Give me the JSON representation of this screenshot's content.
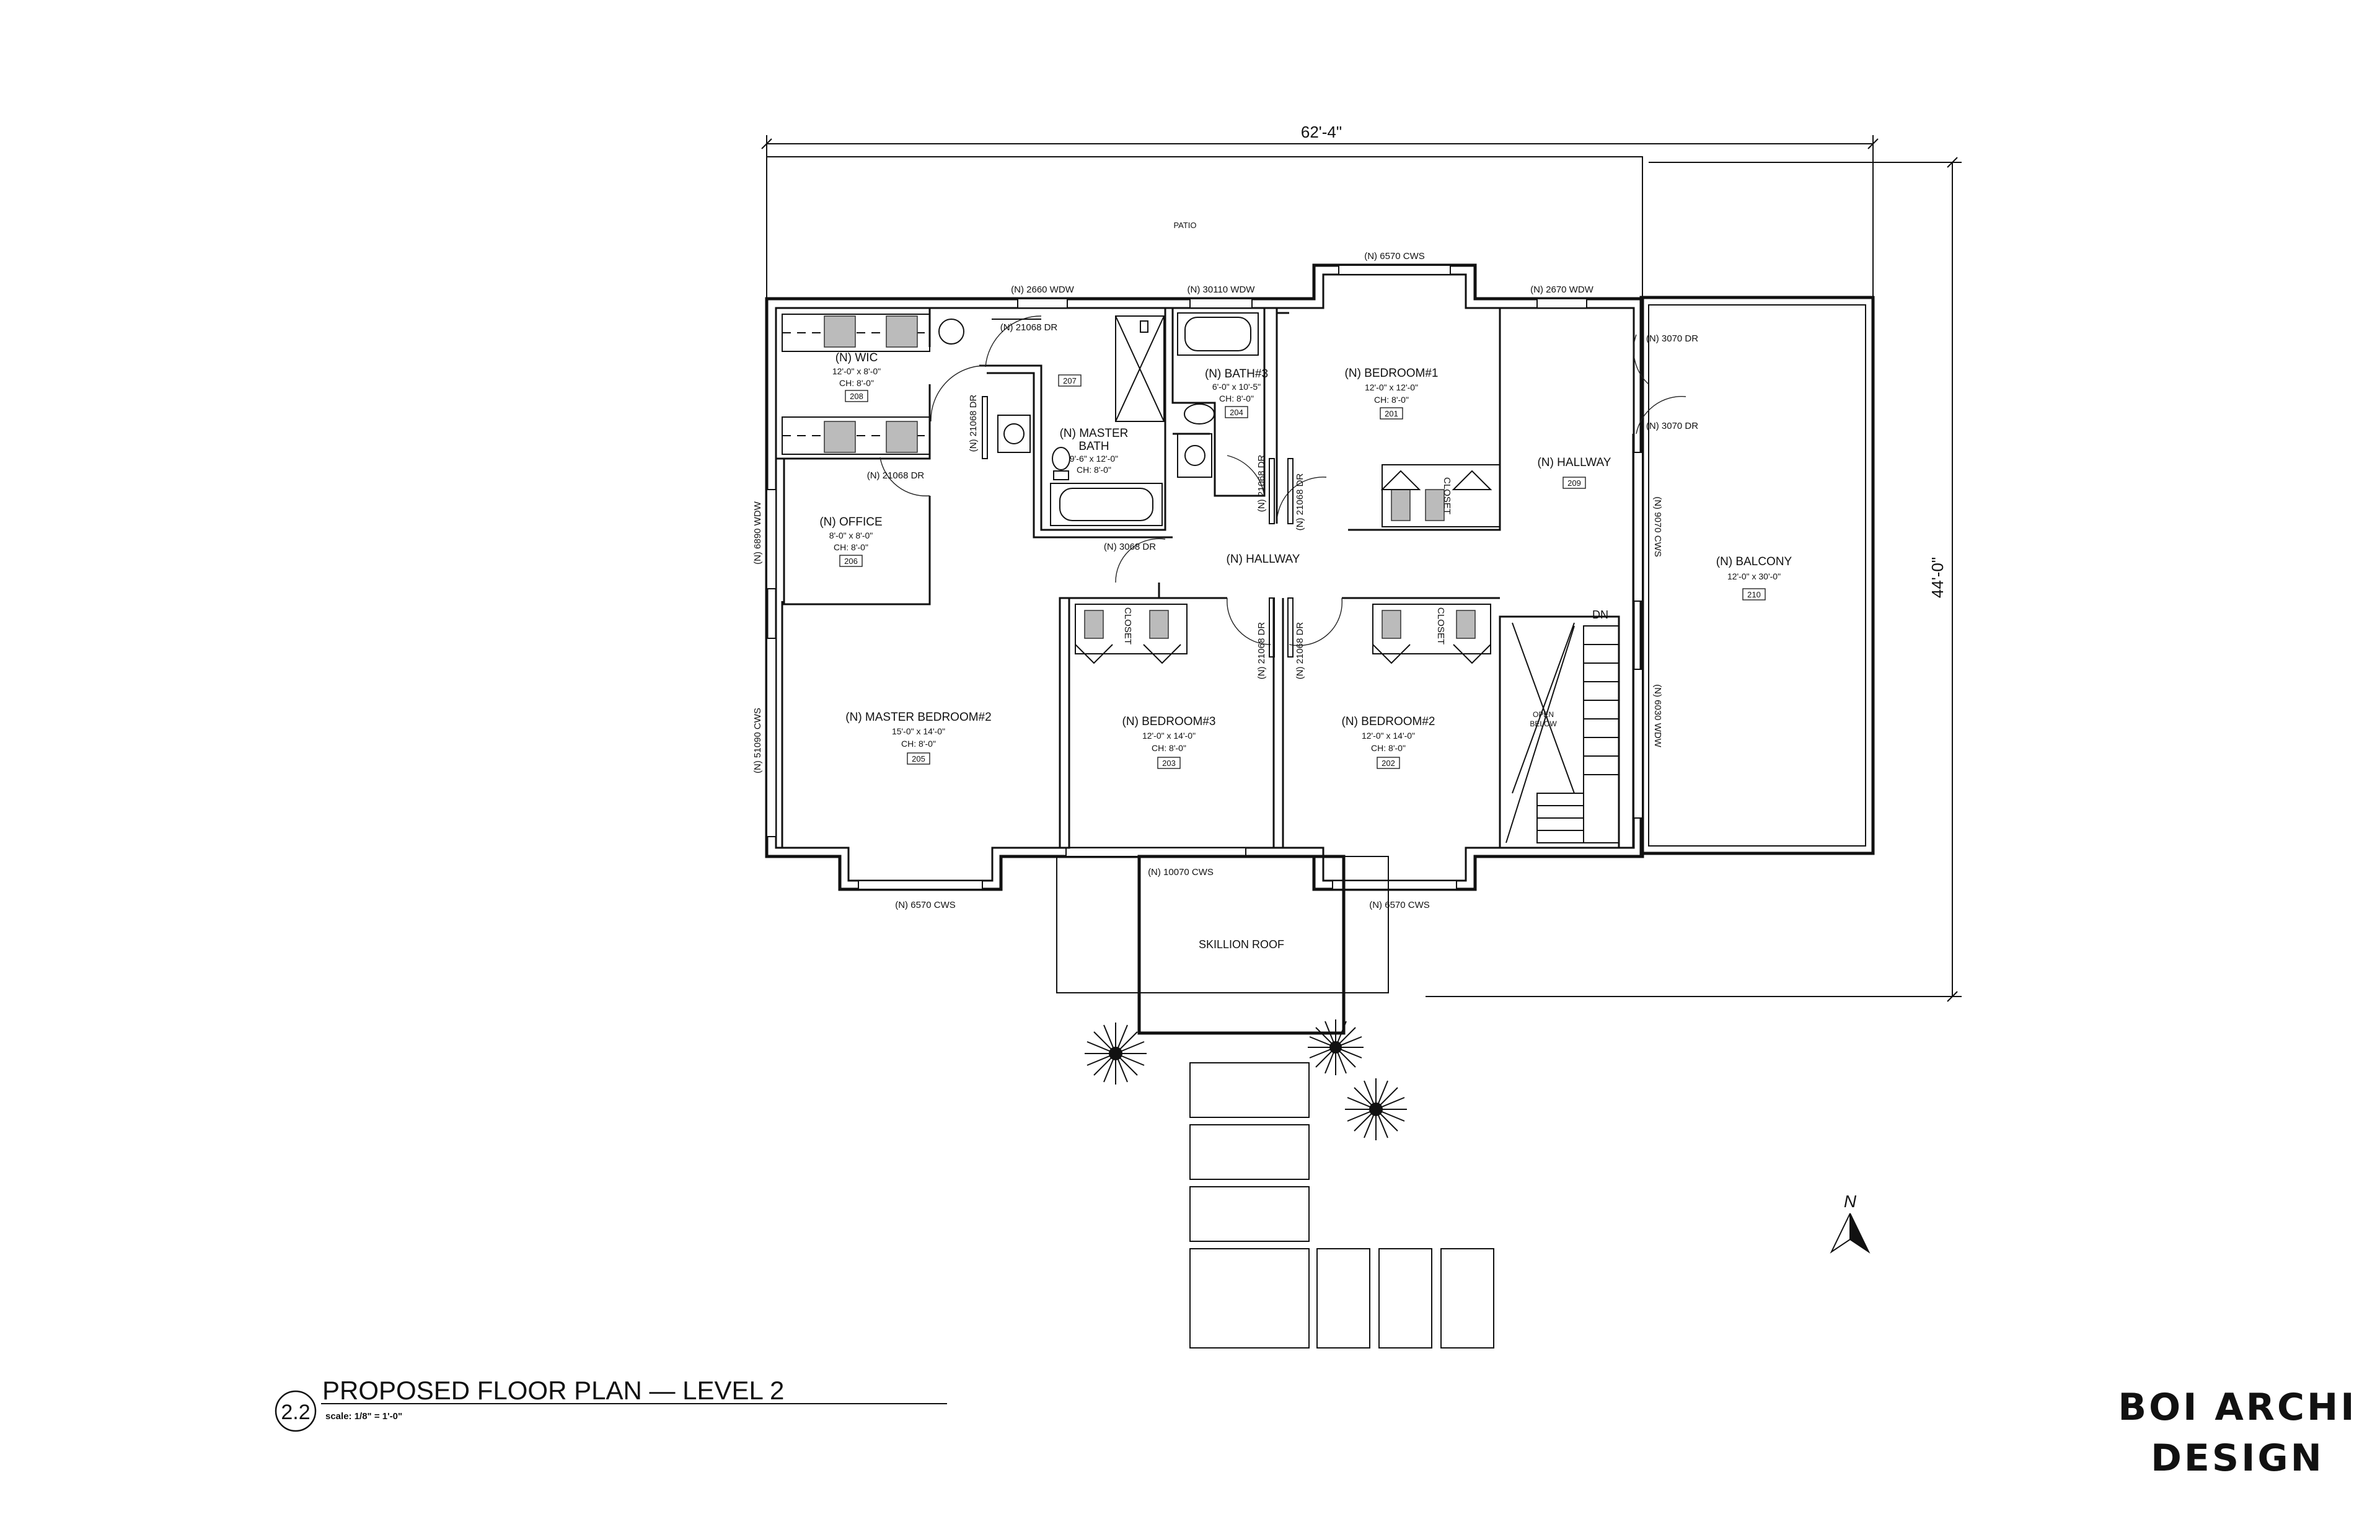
{
  "dimensions": {
    "width": "62'-4\"",
    "depth": "44'-0\""
  },
  "labels": {
    "patio": "PATIO",
    "skillion_roof": "SKILLION ROOF",
    "open_below": [
      "OPEN",
      "BELOW"
    ],
    "dn": "DN",
    "closet": "CLOSET",
    "north": "N"
  },
  "rooms": {
    "wic": {
      "name": "(N)  WIC",
      "size": "12'-0\" x 8'-0\"",
      "ch": "CH: 8'-0\"",
      "num": "208"
    },
    "master_bath": {
      "name": "(N)  MASTER",
      "name2": "BATH",
      "size": "9'-6\" x 12'-0\"",
      "ch": "CH: 8'-0\"",
      "num": "207"
    },
    "bath3": {
      "name": "(N)  BATH#3",
      "size": "6'-0\" x 10'-5\"",
      "ch": "CH: 8'-0\"",
      "num": "204"
    },
    "bedroom1": {
      "name": "(N)  BEDROOM#1",
      "size": "12'-0\" x 12'-0\"",
      "ch": "CH: 8'-0\"",
      "num": "201"
    },
    "hallway_east": {
      "name": "(N)  HALLWAY",
      "num": "209"
    },
    "hallway": {
      "name": "(N)  HALLWAY"
    },
    "office": {
      "name": "(N)  OFFICE",
      "size": "8'-0\" x 8'-0\"",
      "ch": "CH: 8'-0\"",
      "num": "206"
    },
    "balcony": {
      "name": "(N)  BALCONY",
      "size": "12'-0\" x 30'-0\"",
      "num": "210"
    },
    "master_bedroom2": {
      "name": "(N)  MASTER BEDROOM#2",
      "size": "15'-0\" x 14'-0\"",
      "ch": "CH: 8'-0\"",
      "num": "205"
    },
    "bedroom3": {
      "name": "(N)  BEDROOM#3",
      "size": "12'-0\" x 14'-0\"",
      "ch": "CH: 8'-0\"",
      "num": "203"
    },
    "bedroom2": {
      "name": "(N)  BEDROOM#2",
      "size": "12'-0\" x 14'-0\"",
      "ch": "CH: 8'-0\"",
      "num": "202"
    }
  },
  "openings": {
    "w_2660": "(N)  2660  WDW",
    "w_30110": "(N)  30110  WDW",
    "w_6570_top": "(N)  6570  CWS",
    "w_2670": "(N)  2670  WDW",
    "d_21068_wic": "(N)  21068  DR",
    "d_21068_bath": "(N)  21068  DR",
    "d_21068_office": "(N)  21068  DR",
    "d_3070_a": "(N)  3070  DR",
    "d_3070_b": "(N)  3070  DR",
    "d_21068_b3": "(N)  21068  DR",
    "d_21068_b1": "(N)  21068  DR",
    "d_3068": "(N)  3068  DR",
    "w_6890": "(N)  6890  WDW",
    "w_9070": "(N)  9070  CWS",
    "d_21068_b3b": "(N)  21068  DR",
    "d_21068_b2": "(N)  21068  DR",
    "w_51090": "(N)  51090  CWS",
    "w_6030": "(N)  6030  WDW",
    "w_10070": "(N)  10070  CWS",
    "w_6570_bl": "(N)  6570  CWS",
    "w_6570_br": "(N)  6570  CWS"
  },
  "title_block": {
    "number": "2.2",
    "title": "PROPOSED  FLOOR  PLAN  —  LEVEL  2",
    "scale": "scale:  1/8\" = 1'-0\""
  },
  "brand": {
    "line1": "BOI ARCHI",
    "line2": "DESIGN"
  }
}
